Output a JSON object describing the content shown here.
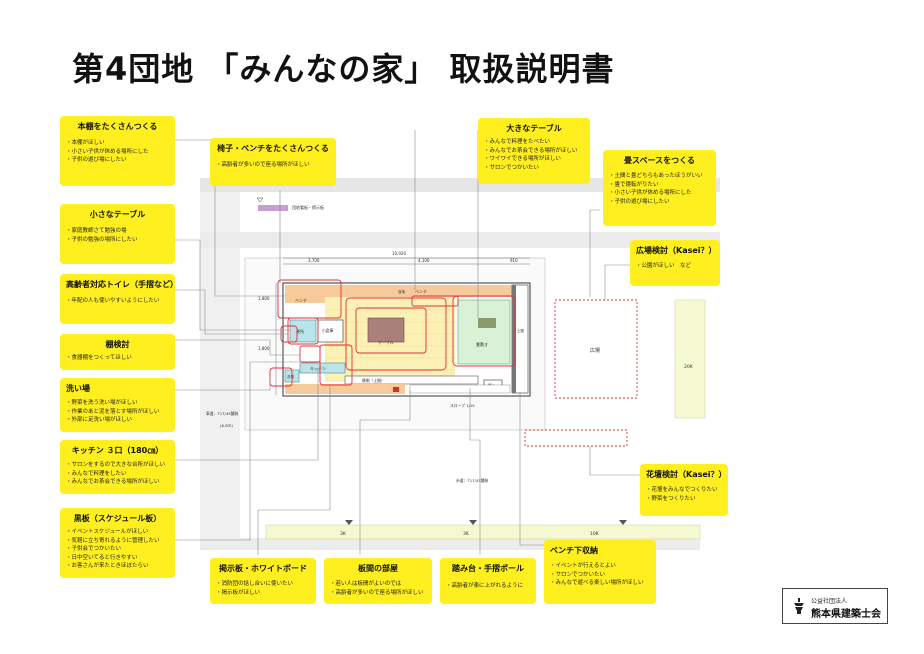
{
  "title": "第4団地 「みんなの家」 取扱説明書",
  "notes": {
    "bookshelf": {
      "title": "本棚をたくさんつくる",
      "items": [
        "本棚がほしい",
        "小さい子供が休める場所にした",
        "子供の遊び場にしたい"
      ]
    },
    "small_table": {
      "title": "小さなテーブル",
      "items": [
        "家庭教師さて勉強の場",
        "子供の勉強の場所にしたい"
      ]
    },
    "toilet": {
      "title": "高齢者対応トイレ（手摺など）",
      "items": [
        "年配の人も使いやすいようにしたい"
      ]
    },
    "shelf_review": {
      "title": "棚検討",
      "items": [
        "食器棚をつくってほしい"
      ]
    },
    "wash_area": {
      "title": "洗い場",
      "items": [
        "野菜を洗う洗い場がほしい",
        "作業のあと泥を落とす場所がほしい",
        "外部に足洗い場がほしい"
      ]
    },
    "kitchen": {
      "title": "キッチン ３口（180㎝）",
      "items": [
        "サロンをするので大きな台所がほしい",
        "みんなで料理をしたい",
        "みんなでお茶会できる場所がほしい"
      ]
    },
    "blackboard": {
      "title": "黒板（スケジュール板）",
      "items": [
        "イベントスケジュールがほしい",
        "気軽に立ち寄れるように管理したい",
        "子供会でつかいたい",
        "日中空いてると行きやすい",
        "お客さんが来たときほぼたらい"
      ]
    },
    "bench_chairs": {
      "title": "椅子・ベンチをたくさんつくる",
      "items": [
        "高齢者が多いので座る場所がほしい"
      ]
    },
    "big_table": {
      "title": "大きなテーブル",
      "items": [
        "みんなで料理をたべたい",
        "みんなでお茶会できる場所がほしい",
        "ワイワイできる場所がほしい",
        "サロンでつかいたい"
      ]
    },
    "tatami_space": {
      "title": "畳スペースをつくる",
      "items": [
        "土間と畳どちらもあったほうがいい",
        "畳で寝転がりたい",
        "小さい子供が休める場所にした",
        "子供の遊び場にしたい"
      ]
    },
    "plaza_review": {
      "title": "広場検討（Kasei？）",
      "items": [
        "公園がほしい　など"
      ]
    },
    "flowerbed_review": {
      "title": "花壇検討（Kasei？）",
      "items": [
        "花壇をみんなでつくりたい",
        "野菜をつくりたい"
      ]
    },
    "notice_board": {
      "title": "掲示板・ホワイトボード",
      "items": [
        "消防団の話し合いに使いたい",
        "掲示板がほしい"
      ]
    },
    "wooden_room": {
      "title": "板間の部屋",
      "items": [
        "若い人は板間がよいのでは",
        "高齢者が多いので座る場所がほしい"
      ]
    },
    "step_handrail": {
      "title": "踏み台・手摺ポール",
      "items": [
        "高齢者が楽に上がれるように"
      ]
    },
    "bench_storage": {
      "title": "ベンチ下収納",
      "items": [
        "イベントが行えるとよい",
        "サロンでつかいたい",
        "みんなで遊べる楽しい場所がほしい"
      ]
    }
  },
  "plan": {
    "dim_total": "10,920",
    "dim_left": "3,700",
    "dim_mid": "4,100",
    "dim_right": "910",
    "dim_side_top": "1,800",
    "dim_side_bottom": "1,800",
    "legend_top": "団地看板・掲示板",
    "label_bench_left": "ベンチ",
    "label_bench_top": "ベンチ",
    "label_storage": "収納",
    "label_small_room": "小倉庫",
    "label_table": "テーブル",
    "label_tatami": "畳敷き",
    "label_doma": "土間",
    "label_kitchen": "キッチン",
    "label_toilet": "便所",
    "label_wash": "洗場",
    "label_engawa": "縁側（土間）",
    "label_entry": "踊入",
    "label_slope": "スロープ 1/15",
    "label_plaza": "広場",
    "label_parking_car": "車道：T17/45舗装",
    "label_width": "(6.0ｍ)",
    "label_sidewalk": "歩道：T17/45舗装",
    "label_20k": "20K",
    "label_3k_a": "3K",
    "label_3k_b": "3K",
    "label_10k": "10K"
  },
  "logo": {
    "org_small": "公益社団法人",
    "org_name": "熊本県建築士会"
  },
  "colors": {
    "note_yellow": "#ffef1e",
    "deck_orange": "#f6ca9a",
    "table_yellow": "#fbf1b4",
    "tatami_green": "#d9f1d7",
    "water_teal": "#b9e5ea",
    "plaza_red_dash": "#e0303a",
    "field_green": "#f5f9d2"
  }
}
